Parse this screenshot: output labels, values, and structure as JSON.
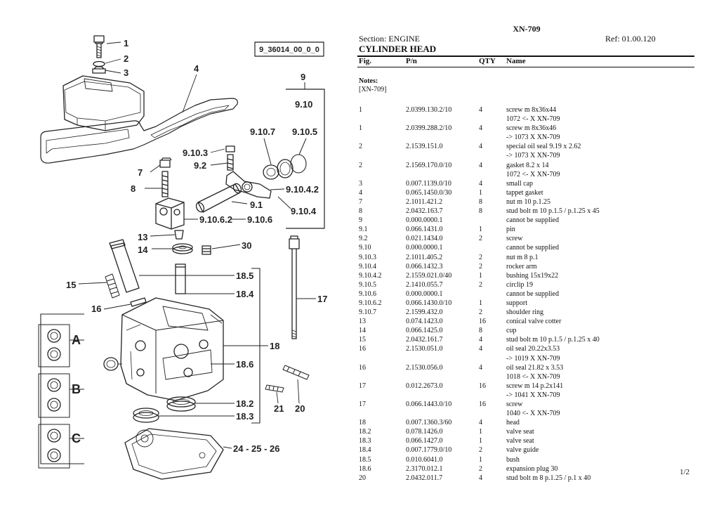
{
  "diagram": {
    "reference_code": "9_36014_00_0_0",
    "callouts": [
      "1",
      "2",
      "3",
      "4",
      "9",
      "9.10",
      "9.10.7",
      "9.10.5",
      "9.10.3",
      "9.2",
      "7",
      "8",
      "9.10.4.2",
      "9.1",
      "9.10.4",
      "9.10.6.2",
      "9.10.6",
      "13",
      "14",
      "30",
      "17",
      "15",
      "18.5",
      "18.4",
      "16",
      "18",
      "18.6",
      "A",
      "B",
      "C",
      "21",
      "20",
      "18.2",
      "18.3",
      "24 - 25 - 26"
    ]
  },
  "header": {
    "doc_code": "XN-709",
    "section": "Section: ENGINE",
    "ref": "Ref: 01.00.120",
    "title": "CYLINDER HEAD"
  },
  "table": {
    "columns": [
      "Fig.",
      "P/n",
      "QTY",
      "Name"
    ],
    "notes_title": "Notes:",
    "notes_text": "[XN-709]",
    "rows": [
      {
        "fig": "1",
        "pn": "2.0399.130.2/10",
        "qty": "4",
        "name": "screw m 8x36x44"
      },
      {
        "fig": "",
        "pn": "",
        "qty": "",
        "name": "1072 <- X XN-709"
      },
      {
        "fig": "1",
        "pn": "2.0399.288.2/10",
        "qty": "4",
        "name": "screw m 8x36x46"
      },
      {
        "fig": "",
        "pn": "",
        "qty": "",
        "name": "-> 1073 X XN-709"
      },
      {
        "fig": "2",
        "pn": "2.1539.151.0",
        "qty": "4",
        "name": "special oil seal 9.19 x 2.62"
      },
      {
        "fig": "",
        "pn": "",
        "qty": "",
        "name": "-> 1073 X XN-709"
      },
      {
        "fig": "2",
        "pn": "2.1569.170.0/10",
        "qty": "4",
        "name": "gasket 8.2 x 14"
      },
      {
        "fig": "",
        "pn": "",
        "qty": "",
        "name": "1072 <- X XN-709"
      },
      {
        "fig": "3",
        "pn": "0.007.1139.0/10",
        "qty": "4",
        "name": "small cap"
      },
      {
        "fig": "4",
        "pn": "0.065.1450.0/30",
        "qty": "1",
        "name": "tappet gasket"
      },
      {
        "fig": "7",
        "pn": "2.1011.421.2",
        "qty": "8",
        "name": "nut m 10 p.1.25"
      },
      {
        "fig": "8",
        "pn": "2.0432.163.7",
        "qty": "8",
        "name": "stud bolt m 10 p.1.5 / p.1.25 x 45"
      },
      {
        "fig": "9",
        "pn": "0.000.0000.1",
        "qty": "",
        "name": "cannot be supplied"
      },
      {
        "fig": "9.1",
        "pn": "0.066.1431.0",
        "qty": "1",
        "name": "pin"
      },
      {
        "fig": "9.2",
        "pn": "0.021.1434.0",
        "qty": "2",
        "name": "screw"
      },
      {
        "fig": "9.10",
        "pn": "0.000.0000.1",
        "qty": "",
        "name": "cannot be supplied"
      },
      {
        "fig": "9.10.3",
        "pn": "2.1011.405.2",
        "qty": "2",
        "name": "nut m 8 p.1"
      },
      {
        "fig": "9.10.4",
        "pn": "0.066.1432.3",
        "qty": "2",
        "name": "rocker arm"
      },
      {
        "fig": "9.10.4.2",
        "pn": "2.1559.021.0/40",
        "qty": "1",
        "name": "bushing 15x19x22"
      },
      {
        "fig": "9.10.5",
        "pn": "2.1410.055.7",
        "qty": "2",
        "name": "circlip 19"
      },
      {
        "fig": "9.10.6",
        "pn": "0.000.0000.1",
        "qty": "",
        "name": "cannot be supplied"
      },
      {
        "fig": "9.10.6.2",
        "pn": "0.066.1430.0/10",
        "qty": "1",
        "name": "support"
      },
      {
        "fig": "9.10.7",
        "pn": "2.1599.432.0",
        "qty": "2",
        "name": "shoulder ring"
      },
      {
        "fig": "13",
        "pn": "0.074.1423.0",
        "qty": "16",
        "name": "conical valve cotter"
      },
      {
        "fig": "14",
        "pn": "0.066.1425.0",
        "qty": "8",
        "name": "cup"
      },
      {
        "fig": "15",
        "pn": "2.0432.161.7",
        "qty": "4",
        "name": "stud bolt m 10 p.1.5 / p.1.25 x 40"
      },
      {
        "fig": "16",
        "pn": "2.1530.051.0",
        "qty": "4",
        "name": "oil seal 20.22x3.53"
      },
      {
        "fig": "",
        "pn": "",
        "qty": "",
        "name": "-> 1019 X XN-709"
      },
      {
        "fig": "16",
        "pn": "2.1530.056.0",
        "qty": "4",
        "name": "oil seal 21.82 x 3.53"
      },
      {
        "fig": "",
        "pn": "",
        "qty": "",
        "name": "1018 <- X XN-709"
      },
      {
        "fig": "17",
        "pn": "0.012.2673.0",
        "qty": "16",
        "name": "screw m 14 p.2x141"
      },
      {
        "fig": "",
        "pn": "",
        "qty": "",
        "name": "-> 1041 X XN-709"
      },
      {
        "fig": "17",
        "pn": "0.066.1443.0/10",
        "qty": "16",
        "name": "screw"
      },
      {
        "fig": "",
        "pn": "",
        "qty": "",
        "name": "1040 <- X XN-709"
      },
      {
        "fig": "18",
        "pn": "0.007.1360.3/60",
        "qty": "4",
        "name": "head"
      },
      {
        "fig": "18.2",
        "pn": "0.078.1426.0",
        "qty": "1",
        "name": "valve seat"
      },
      {
        "fig": "18.3",
        "pn": "0.066.1427.0",
        "qty": "1",
        "name": "valve seat"
      },
      {
        "fig": "18.4",
        "pn": "0.007.1779.0/10",
        "qty": "2",
        "name": "valve guide"
      },
      {
        "fig": "18.5",
        "pn": "0.010.6041.0",
        "qty": "1",
        "name": "bush"
      },
      {
        "fig": "18.6",
        "pn": "2.3170.012.1",
        "qty": "2",
        "name": "expansion plug 30"
      },
      {
        "fig": "20",
        "pn": "2.0432.011.7",
        "qty": "4",
        "name": "stud bolt m 8 p.1.25 / p.1 x 40"
      }
    ]
  },
  "footer": {
    "page": "1/2"
  }
}
